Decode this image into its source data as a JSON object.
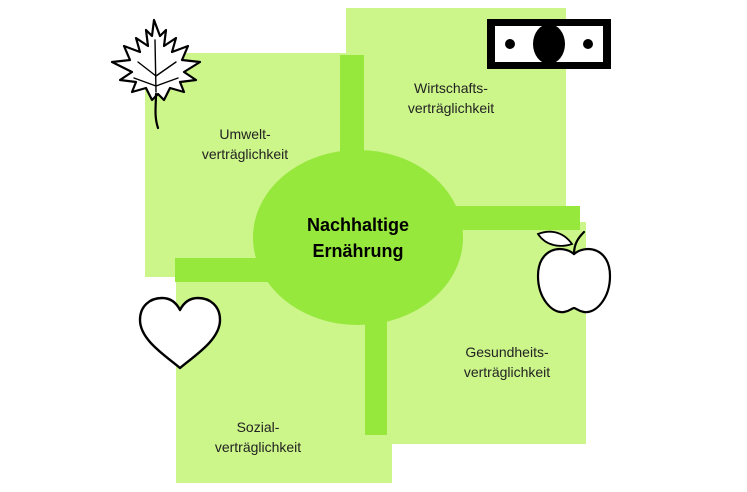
{
  "center": {
    "line1": "Nachhaltige",
    "line2": "Ernährung"
  },
  "quadrants": {
    "top_left": {
      "line1": "Umwelt-",
      "line2": "verträglichkeit",
      "icon": "maple-leaf-icon"
    },
    "top_right": {
      "line1": "Wirtschafts-",
      "line2": "verträglichkeit",
      "icon": "banknote-icon"
    },
    "bottom_right": {
      "line1": "Gesundheits-",
      "line2": "verträglichkeit",
      "icon": "apple-icon"
    },
    "bottom_left": {
      "line1": "Sozial-",
      "line2": "verträglichkeit",
      "icon": "heart-icon"
    }
  },
  "colors": {
    "quadrant_fill": "#ccf58a",
    "center_fill": "#96e83d",
    "text": "#222222",
    "icon_stroke": "#000000"
  }
}
